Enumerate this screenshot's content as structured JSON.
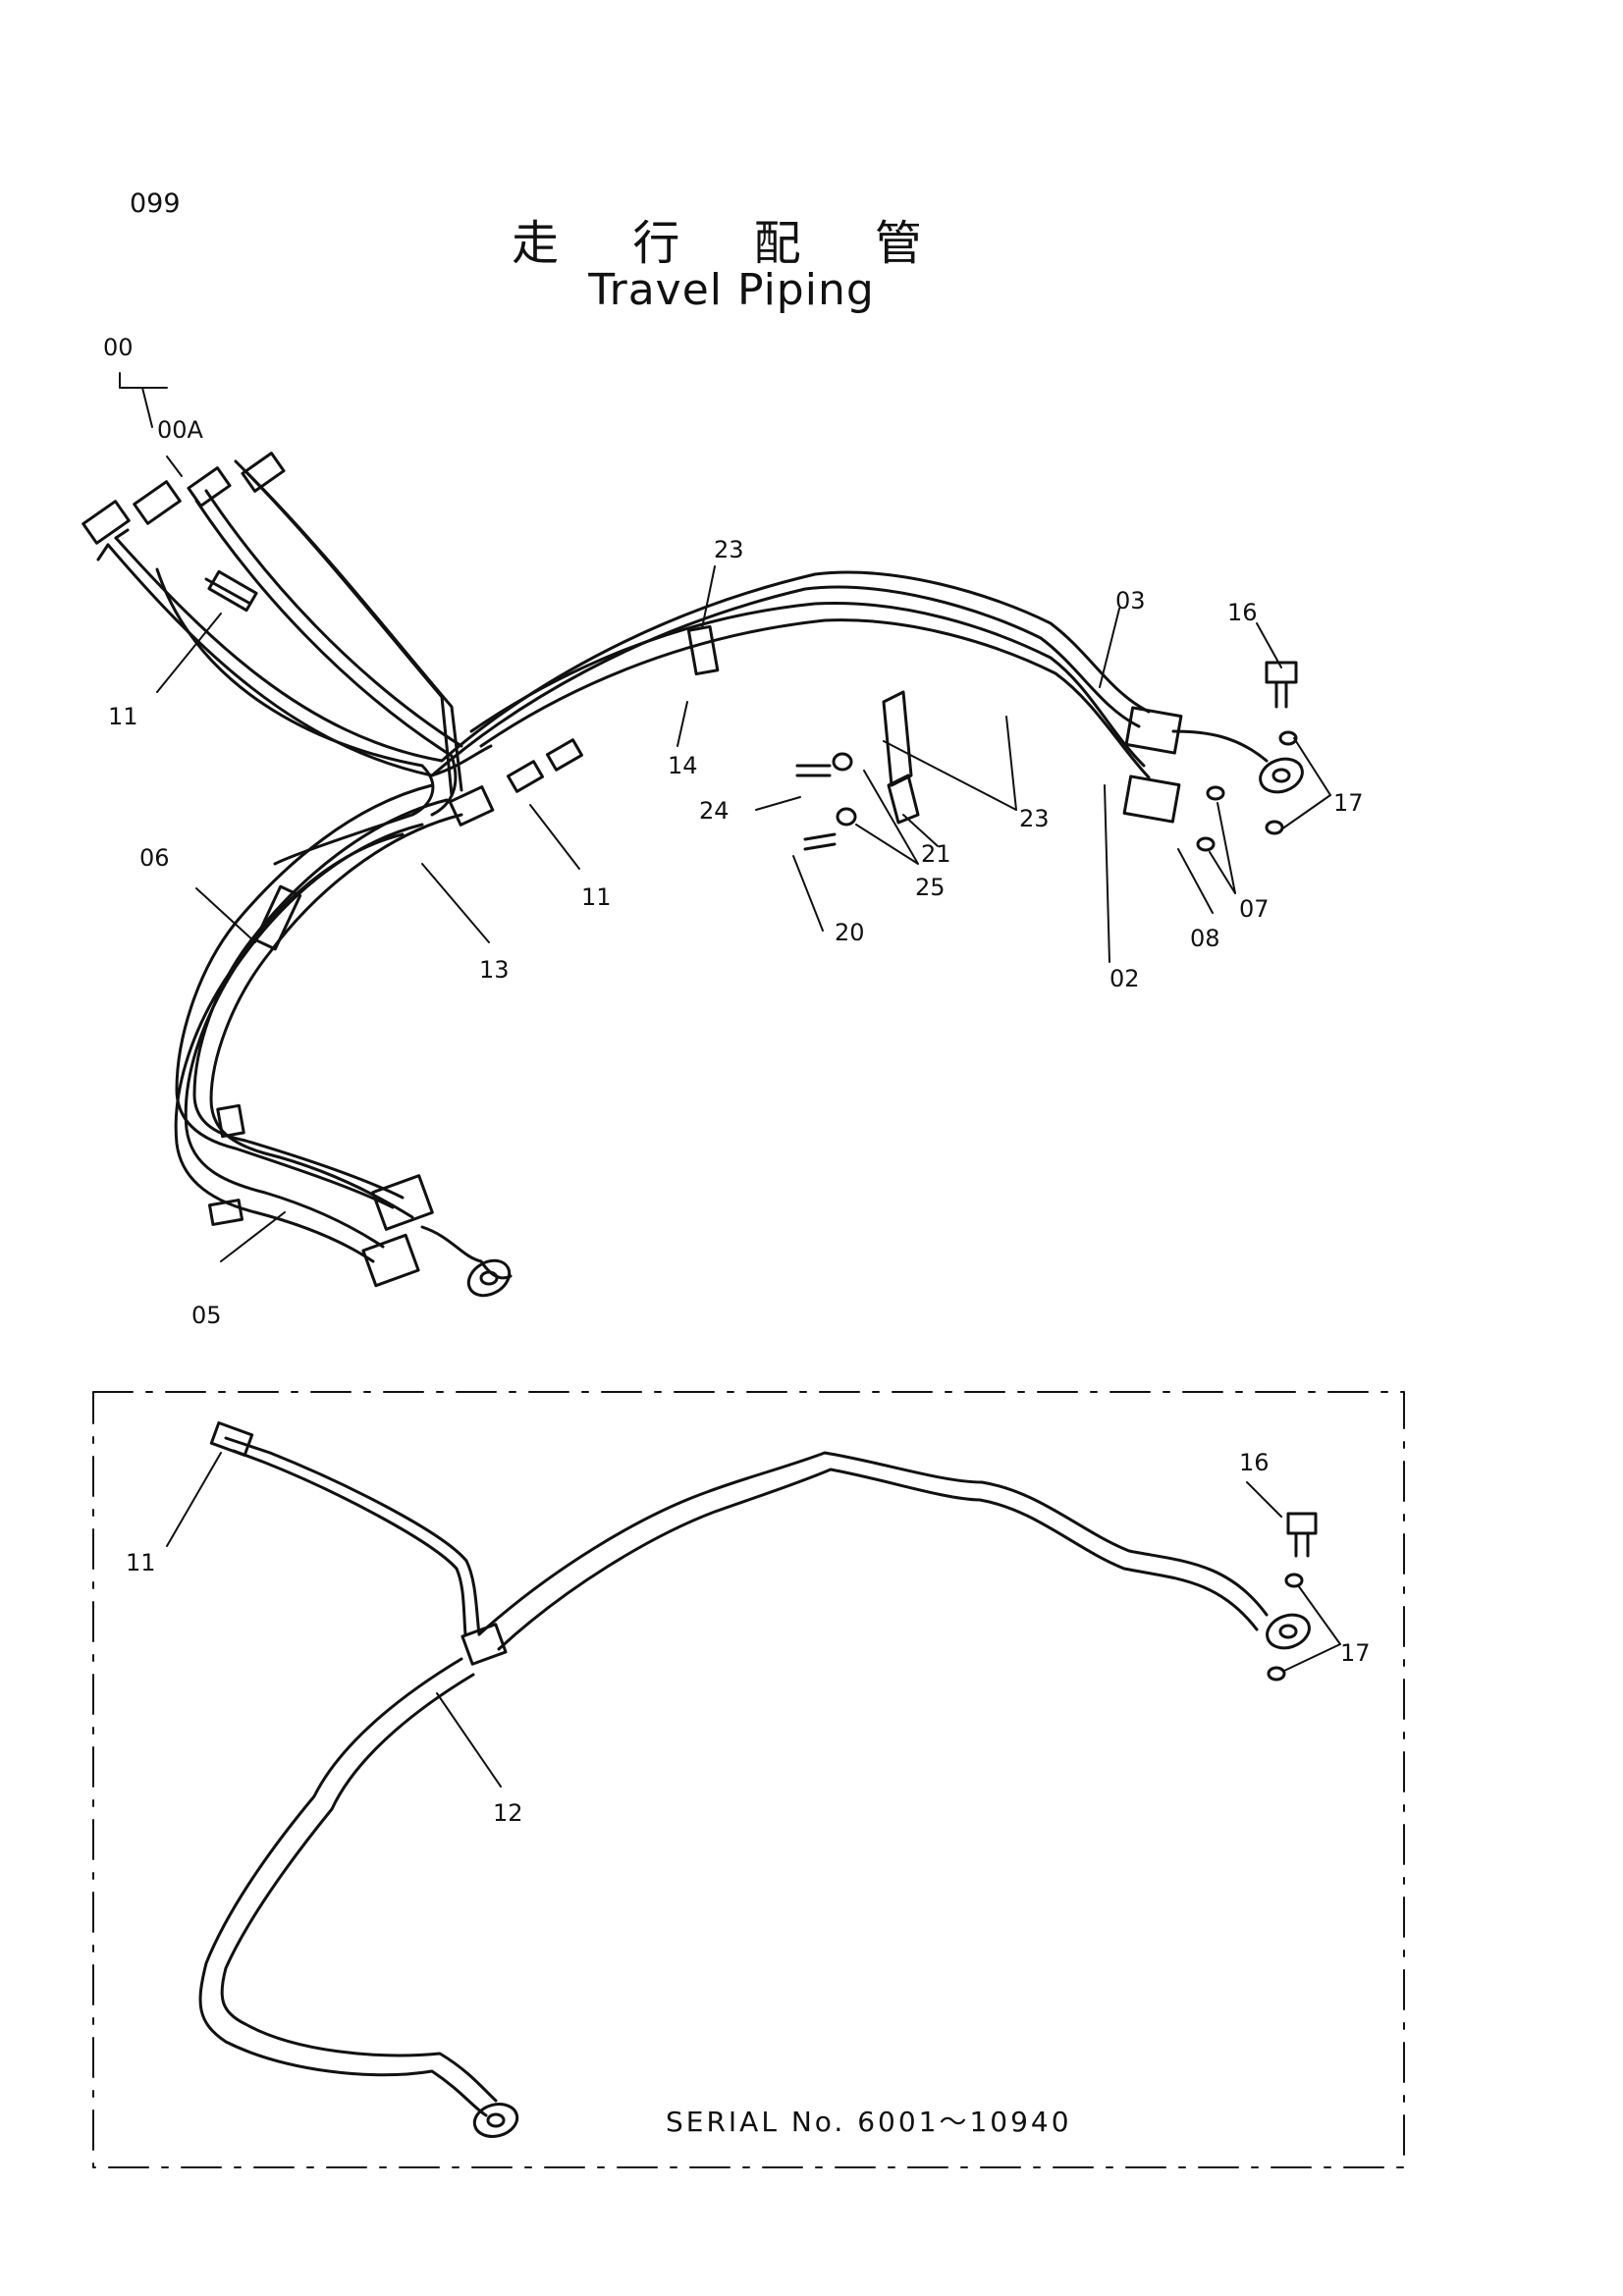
{
  "header": {
    "page_number": "099",
    "title_jp": "走 行 配 管",
    "title_en": "Travel Piping"
  },
  "callouts": {
    "top": [
      "00",
      "00A",
      "11",
      "06",
      "13",
      "05",
      "11",
      "14",
      "23",
      "24",
      "20",
      "25",
      "21",
      "23",
      "03",
      "02",
      "16",
      "17",
      "07",
      "08"
    ],
    "inset": [
      "11",
      "12",
      "16",
      "17"
    ]
  },
  "inset": {
    "serial_range": "SERIAL No. 6001～10940"
  }
}
